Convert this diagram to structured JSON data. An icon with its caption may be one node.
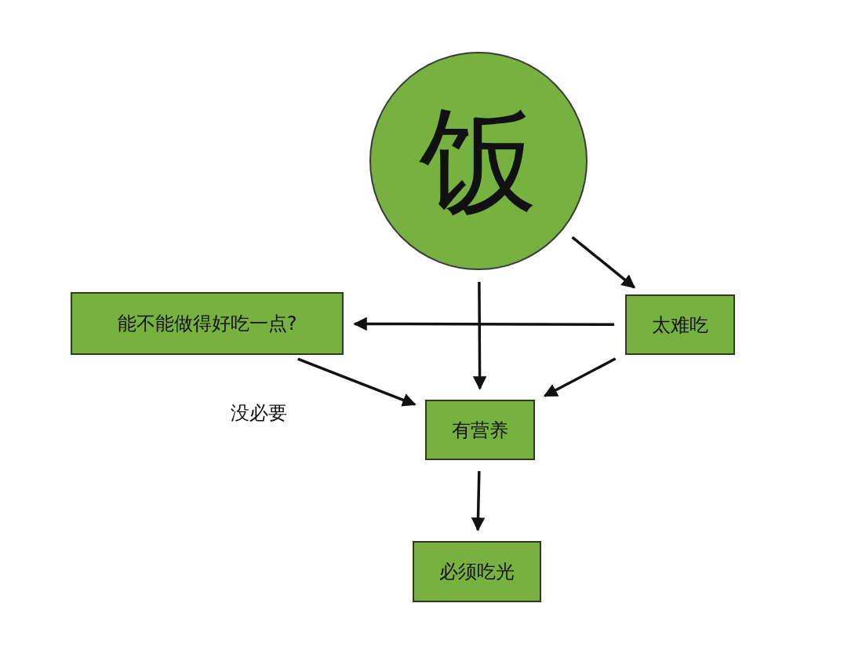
{
  "diagram": {
    "nodes": [
      {
        "text": [
          "饭"
        ]
      },
      {
        "text": [
          "能不能做得好吃一点?"
        ]
      },
      {
        "text": [
          "太难吃"
        ]
      },
      {
        "text": [
          "有营养"
        ]
      },
      {
        "text": [
          "必须吃光"
        ]
      }
    ],
    "edges": [
      {
        "from": 0,
        "to": 2,
        "arrow": "to"
      },
      {
        "from": 2,
        "to": 1,
        "arrow": "to"
      },
      {
        "from": 0,
        "to": 3,
        "arrow": "to"
      },
      {
        "from": 1,
        "to": 3,
        "arrow": "to",
        "label": "没必要"
      },
      {
        "from": 2,
        "to": 3,
        "arrow": "to"
      },
      {
        "from": 3,
        "to": 4,
        "arrow": "to"
      }
    ]
  }
}
